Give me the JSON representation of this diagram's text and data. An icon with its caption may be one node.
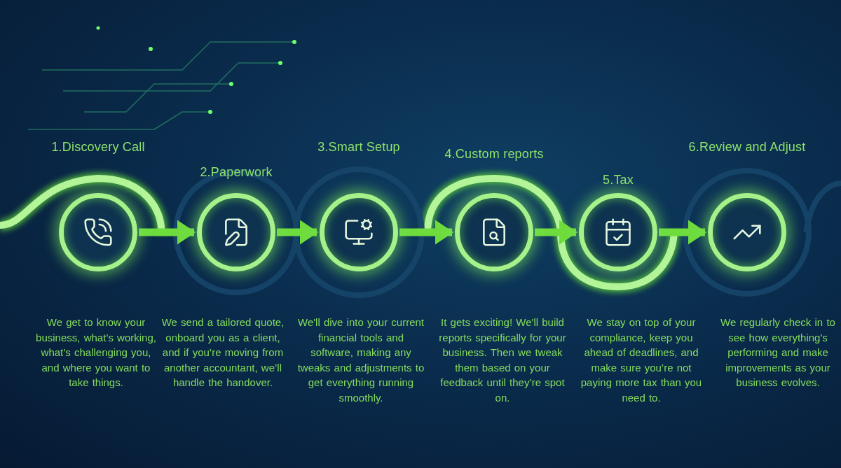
{
  "diagram": {
    "nodes": [
      {
        "text": [
          "1.Discovery Call"
        ]
      },
      {
        "text": [
          "2.Paperwork"
        ]
      },
      {
        "text": [
          "3.Smart Setup"
        ]
      },
      {
        "text": [
          "4.Custom reports"
        ]
      },
      {
        "text": [
          "5.Tax"
        ]
      },
      {
        "text": [
          "6.Review and Adjust"
        ]
      }
    ],
    "edges": [
      {
        "from": 0,
        "to": 1,
        "arrow": "to"
      },
      {
        "from": 1,
        "to": 2,
        "arrow": "to"
      },
      {
        "from": 2,
        "to": 3,
        "arrow": "to"
      },
      {
        "from": 3,
        "to": 4,
        "arrow": "to"
      },
      {
        "from": 4,
        "to": 5,
        "arrow": "to"
      }
    ],
    "labels": [
      "We get to know your business, what’s working, what’s  challenging you, and where you want to take things.",
      "We send a tailored quote, onboard you as a client, and if you’re moving from another accountant, we’ll handle the handover.",
      "We'll dive into your current financial tools and software, making any tweaks and adjustments to get everything running smoothly.",
      "It gets exciting! We'll build  reports specifically for your business. Then we tweak them based on your feedback until they’re spot on.",
      "We stay on top of your compliance, keep you ahead of deadlines, and make sure you’re not paying more tax than you need to.",
      "We regularly check in to see how everything's performing and make improvements as your business evolves."
    ]
  }
}
